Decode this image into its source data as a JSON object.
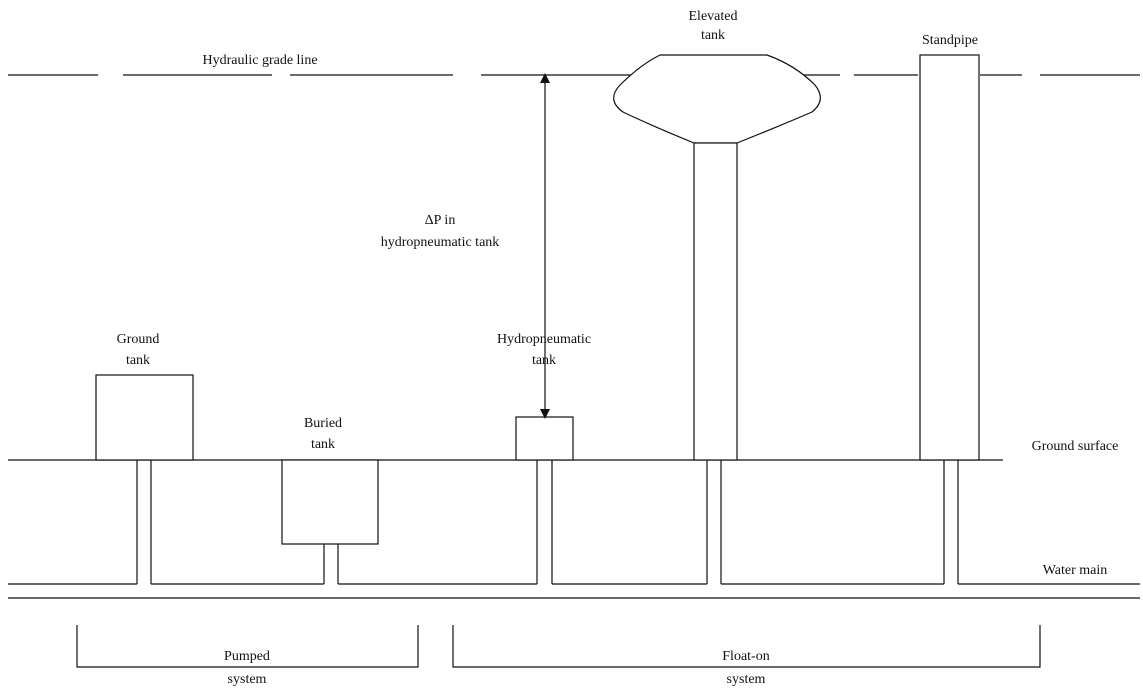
{
  "labels": {
    "hydraulic_grade_line": "Hydraulic grade line",
    "elevated_tank_line1": "Elevated",
    "elevated_tank_line2": "tank",
    "standpipe": "Standpipe",
    "delta_p_line1": "ΔP in",
    "delta_p_line2": "hydropneumatic tank",
    "ground_tank_line1": "Ground",
    "ground_tank_line2": "tank",
    "hydropneumatic_tank_line1": "Hydropneumatic",
    "hydropneumatic_tank_line2": "tank",
    "buried_tank_line1": "Buried",
    "buried_tank_line2": "tank",
    "ground_surface": "Ground surface",
    "water_main": "Water main",
    "pumped_system_line1": "Pumped",
    "pumped_system_line2": "system",
    "float_on_system_line1": "Float-on",
    "float_on_system_line2": "system"
  }
}
